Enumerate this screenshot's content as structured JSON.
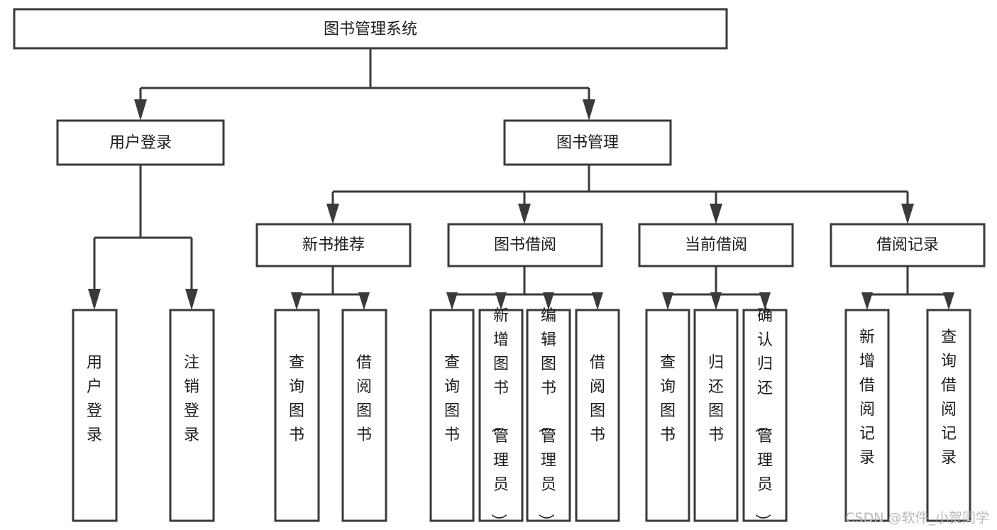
{
  "diagram": {
    "title": "图书管理系统",
    "type": "tree-hierarchy",
    "root": {
      "id": "root",
      "label": "图书管理系统"
    },
    "level2": [
      {
        "id": "user-login",
        "label": "用户登录"
      },
      {
        "id": "book-manage",
        "label": "图书管理"
      }
    ],
    "level3": [
      {
        "id": "new-book-recommend",
        "label": "新书推荐",
        "parent": "book-manage"
      },
      {
        "id": "book-borrow",
        "label": "图书借阅",
        "parent": "book-manage"
      },
      {
        "id": "current-borrow",
        "label": "当前借阅",
        "parent": "book-manage"
      },
      {
        "id": "borrow-record",
        "label": "借阅记录",
        "parent": "book-manage"
      }
    ],
    "leaves": {
      "user-login": [
        {
          "id": "leaf-user-login",
          "label": "用户登录"
        },
        {
          "id": "leaf-user-logout",
          "label": "注销登录"
        }
      ],
      "new-book-recommend": [
        {
          "id": "leaf-query-book-1",
          "label": "查询图书"
        },
        {
          "id": "leaf-borrow-book-1",
          "label": "借阅图书"
        }
      ],
      "book-borrow": [
        {
          "id": "leaf-query-book-2",
          "label": "查询图书"
        },
        {
          "id": "leaf-add-book",
          "label": "新增图书（管理员）"
        },
        {
          "id": "leaf-edit-book",
          "label": "编辑图书（管理员）"
        },
        {
          "id": "leaf-borrow-book-2",
          "label": "借阅图书"
        }
      ],
      "current-borrow": [
        {
          "id": "leaf-query-book-3",
          "label": "查询图书"
        },
        {
          "id": "leaf-return-book",
          "label": "归还图书"
        },
        {
          "id": "leaf-confirm-return",
          "label": "确认归还（管理员）"
        }
      ],
      "borrow-record": [
        {
          "id": "leaf-add-record",
          "label": "新增借阅记录"
        },
        {
          "id": "leaf-query-record",
          "label": "查询借阅记录"
        }
      ]
    }
  },
  "watermark": {
    "text": "CSDN @软件_小贺同学"
  },
  "colors": {
    "stroke": "#3a3a3a",
    "fill": "#ffffff",
    "text": "#1c1c1c",
    "watermark": "#b9b9b9"
  }
}
